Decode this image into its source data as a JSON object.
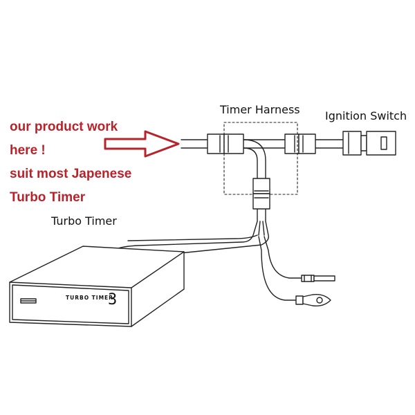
{
  "labels": {
    "timer_harness": "Timer Harness",
    "ignition_switch": "Ignition Switch",
    "turbo_timer": "Turbo Timer",
    "device_text": "TURBO TIMER",
    "device_digit": "3"
  },
  "promo": {
    "lines": [
      "our product work",
      "here !",
      "suit most Japenese",
      "Turbo Timer"
    ],
    "color": "#b8222a"
  },
  "colors": {
    "line": "#222222",
    "arrow": "#b8222a",
    "background": "#ffffff"
  }
}
